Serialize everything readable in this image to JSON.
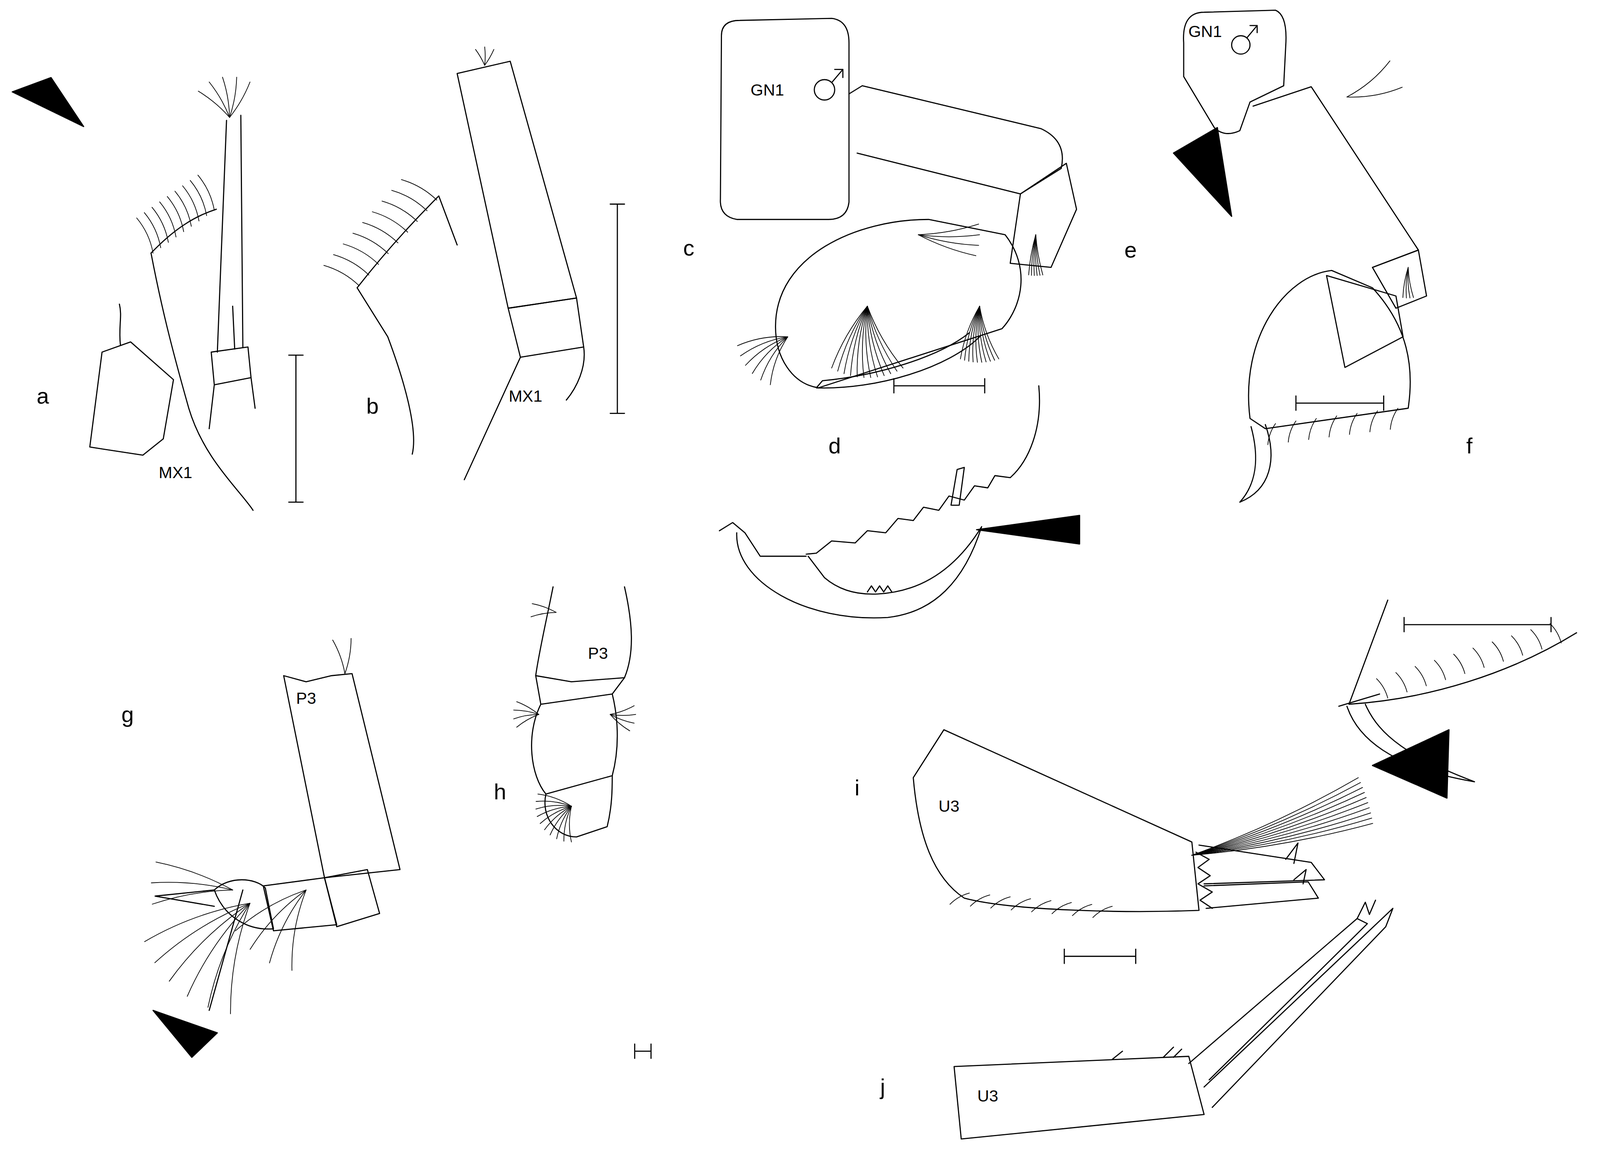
{
  "diagram": {
    "labels": [
      "a",
      "MX1",
      "b",
      "MX1",
      "c",
      "GN1",
      "d",
      "e",
      "GN1",
      "f",
      "g",
      "P3",
      "h",
      "P3",
      "i",
      "U3",
      "j",
      "U3"
    ]
  }
}
